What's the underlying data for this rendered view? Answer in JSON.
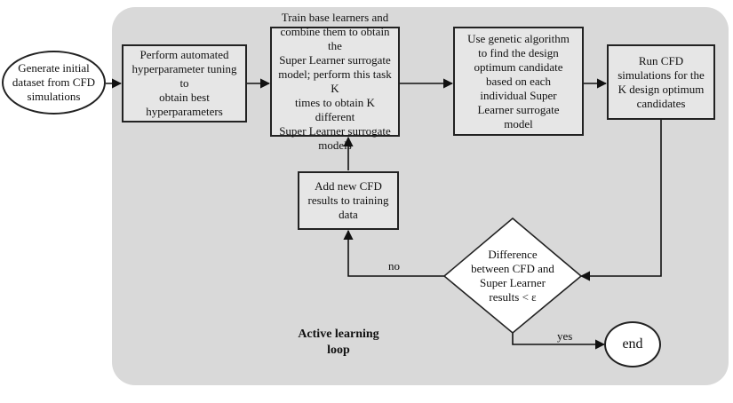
{
  "start_node": {
    "text": "Generate initial\ndataset from CFD\nsimulations"
  },
  "steps": {
    "tuning": "Perform automated\nhyperparameter tuning to\nobtain best\nhyperparameters",
    "train": "Train base learners and\ncombine them to obtain the\nSuper Learner surrogate\nmodel; perform this task K\ntimes to obtain K different\nSuper Learner surrogate\nmodels",
    "genetic": "Use genetic algorithm\nto find the design\noptimum candidate\nbased on each\nindividual Super\nLearner surrogate\nmodel",
    "run_cfd": "Run CFD\nsimulations for the\nK design optimum\ncandidates",
    "add_cfd": "Add new CFD\nresults to training\ndata"
  },
  "decision": {
    "text": "Difference\nbetween CFD and\nSuper Learner\nresults < ε"
  },
  "edge_labels": {
    "no": "no",
    "yes": "yes"
  },
  "end_node": {
    "text": "end"
  },
  "loop_label": "Active learning\nloop"
}
